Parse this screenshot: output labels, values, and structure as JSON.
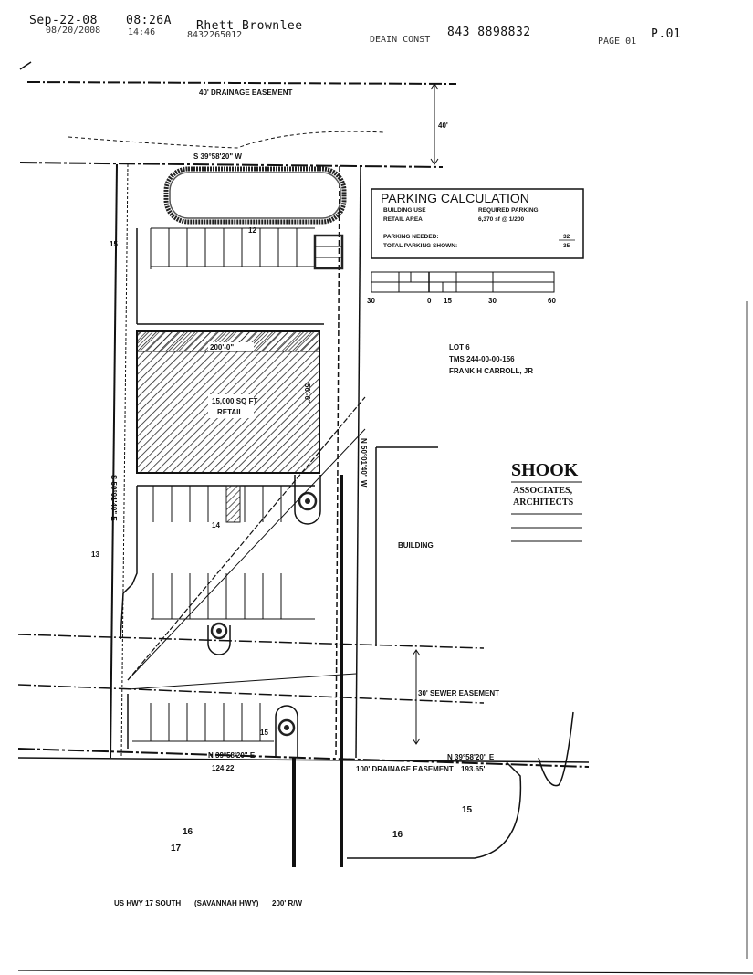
{
  "fax_header": {
    "date": "Sep-22-08",
    "time": "08:26A",
    "sender": "Rhett Brownlee",
    "phone": "843 8898832",
    "page": "P.01",
    "underlay_date": "08/20/2008",
    "underlay_time": "14:46",
    "underlay_phone": "8432265012",
    "underlay_sender": "DEAIN CONST",
    "underlay_page": "PAGE 01"
  },
  "plan": {
    "drainage_easement": "40' DRAINAGE EASEMENT",
    "dimension_top": "40'",
    "bearing_top": "S 39°58'20\" W",
    "building_label": "15,000 SQ FT",
    "building_sub": "RETAIL",
    "building_dim": "200'-0\"",
    "building_side_dim": "50'-0\"",
    "lot_label": "LOT 6",
    "lot_tms": "TMS 244-00-00-156",
    "lot_owner": "FRANK H CARROLL, JR",
    "adjacent_building": "BUILDING",
    "sewer_easement": "30' SEWER EASEMENT",
    "bearing_bottom_left": "N 39°58'20\" E",
    "bearing_bottom_left_dist": "124.22'",
    "bearing_bottom_right": "N 39°58'20\" E",
    "bearing_bottom_right_dist": "193.65'",
    "right_of_way_text": "100' DRAINAGE EASEMENT",
    "side_bearing_left": "S 50°01'40\" E",
    "side_bearing_right": "N 50°01'40\" W",
    "road_label": "US HWY 17 SOUTH",
    "road_alias": "(SAVANNAH HWY)",
    "road_row": "200' R/W",
    "lot_numbers": [
      "16",
      "17",
      "16",
      "15"
    ],
    "space_counts": [
      "12",
      "14",
      "13",
      "15",
      "15"
    ]
  },
  "parking_calc": {
    "title": "PARKING CALCULATION",
    "col_use": "BUILDING USE",
    "col_required": "REQUIRED PARKING",
    "row_use": "RETAIL AREA",
    "row_required": "6,370 sf @ 1/200",
    "needed_label": "PARKING NEEDED:",
    "needed_value": "32",
    "shown_label": "TOTAL PARKING SHOWN:",
    "shown_value": "35"
  },
  "scale_bar": {
    "ticks": [
      "30",
      "0",
      "15",
      "30",
      "60"
    ]
  },
  "architect": {
    "name": "SHOOK",
    "line2": "ASSOCIATES,",
    "line3": "ARCHITECTS"
  }
}
